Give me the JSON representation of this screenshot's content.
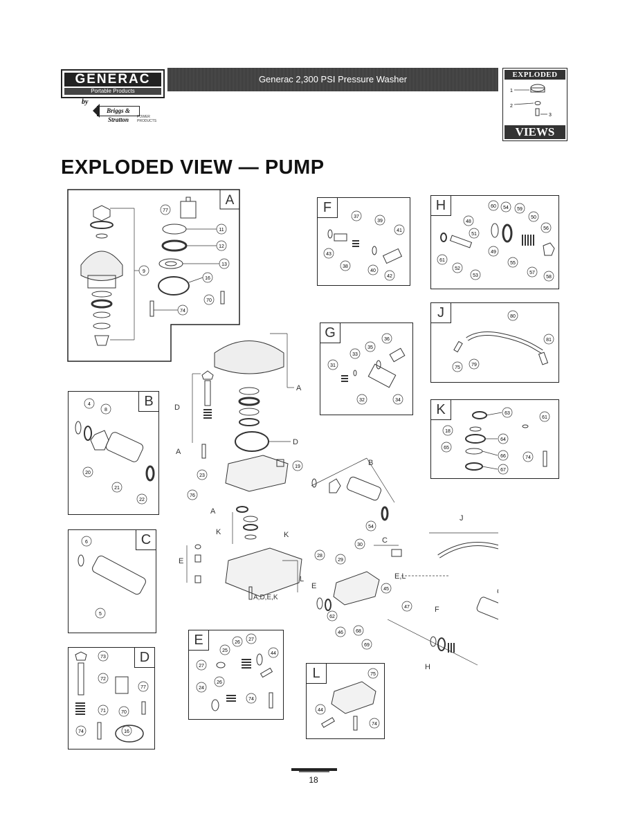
{
  "header": {
    "brand": "GENERAC",
    "brand_sub": "Portable Products",
    "by": "by",
    "partner": "Briggs & Stratton",
    "partner_sub": "POWER PRODUCTS",
    "banner_title": "Generac 2,300 PSI Pressure Washer",
    "badge_top": "EXPLODED",
    "badge_bottom": "VIEWS",
    "badge_callouts": [
      "1",
      "2",
      "3"
    ]
  },
  "page_heading": "EXPLODED VIEW — PUMP",
  "panels": {
    "A": {
      "label": "A",
      "callouts": [
        "77",
        "11",
        "12",
        "13",
        "16",
        "9",
        "70",
        "74"
      ]
    },
    "B": {
      "label": "B",
      "callouts": [
        "4",
        "8",
        "20",
        "21",
        "22"
      ]
    },
    "C": {
      "label": "C",
      "callouts": [
        "6",
        "5"
      ]
    },
    "D": {
      "label": "D",
      "callouts": [
        "73",
        "72",
        "77",
        "71",
        "70",
        "74",
        "16"
      ]
    },
    "E": {
      "label": "E",
      "callouts": [
        "26",
        "27",
        "25",
        "44",
        "27",
        "24",
        "26",
        "74"
      ]
    },
    "F": {
      "label": "F",
      "callouts": [
        "37",
        "39",
        "41",
        "43",
        "38",
        "40",
        "42"
      ]
    },
    "G": {
      "label": "G",
      "callouts": [
        "36",
        "35",
        "33",
        "31",
        "32",
        "34"
      ]
    },
    "H": {
      "label": "H",
      "callouts": [
        "60",
        "54",
        "59",
        "48",
        "50",
        "51",
        "56",
        "61",
        "49",
        "55",
        "52",
        "53",
        "57",
        "58"
      ]
    },
    "J": {
      "label": "J",
      "callouts": [
        "80",
        "81",
        "75",
        "79"
      ]
    },
    "K": {
      "label": "K",
      "callouts": [
        "63",
        "61",
        "18",
        "64",
        "65",
        "66",
        "74",
        "67"
      ]
    },
    "L": {
      "label": "L",
      "callouts": [
        "75",
        "44",
        "74"
      ]
    }
  },
  "main_assembly": {
    "group_letters": [
      "A",
      "D",
      "A",
      "D",
      "B",
      "A",
      "K",
      "K",
      "E",
      "L",
      "C",
      "E,L",
      "E",
      "J",
      "C",
      "F",
      "H",
      "A,D,E,K"
    ],
    "callouts": [
      "19",
      "23",
      "76",
      "54",
      "30",
      "29",
      "28",
      "45",
      "62",
      "46",
      "68",
      "69",
      "47"
    ]
  },
  "footer": {
    "page_number": "18"
  }
}
